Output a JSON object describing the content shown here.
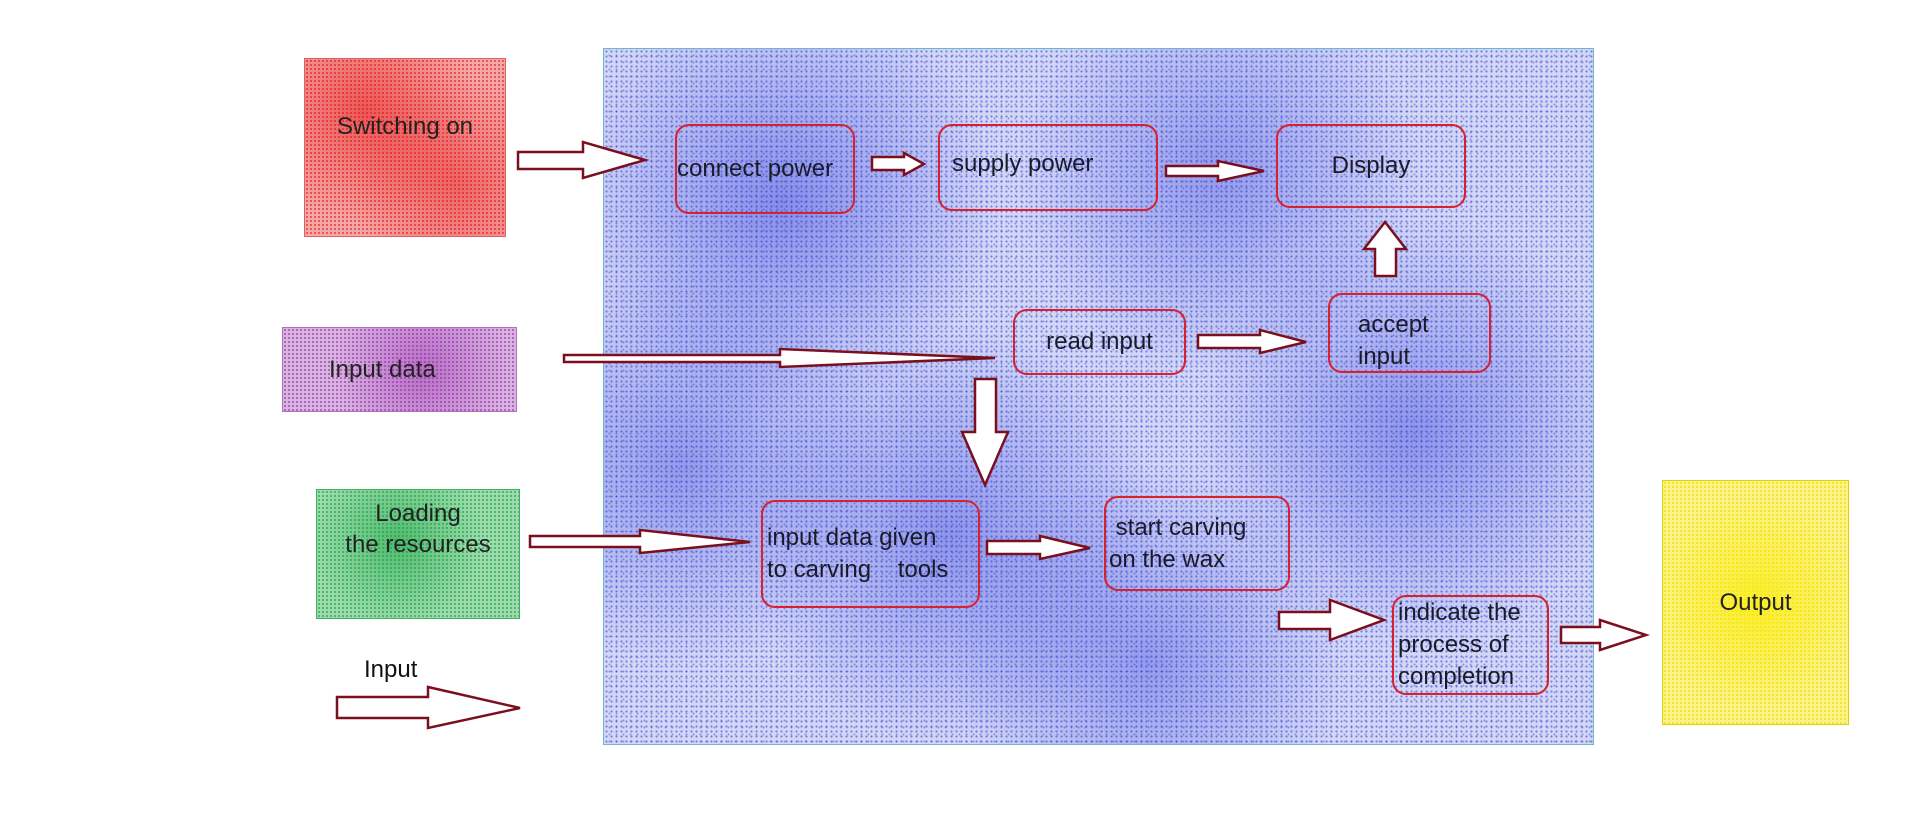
{
  "inputs": {
    "switching_on": "Switching on",
    "input_data": "Input data",
    "loading_line1": "Loading",
    "loading_line2": "the resources"
  },
  "process": {
    "connect_power": "connect power",
    "supply_power": "supply power",
    "display": "Display",
    "read_input": "read input",
    "accept_input_line1": "accept",
    "accept_input_line2": "input",
    "input_given_line1": "input data given",
    "input_given_line2": "to carving    tools",
    "start_carving_line1": " start carving",
    "start_carving_line2": "on the wax",
    "indicate_line1": "indicate the",
    "indicate_line2": "process of",
    "indicate_line3": "completion"
  },
  "output": {
    "label": "Output"
  },
  "legend": {
    "label": "Input"
  },
  "colors": {
    "arrow_stroke": "#7a0f1e",
    "step_border": "#d82030",
    "panel_dots": "#2a32d0"
  }
}
